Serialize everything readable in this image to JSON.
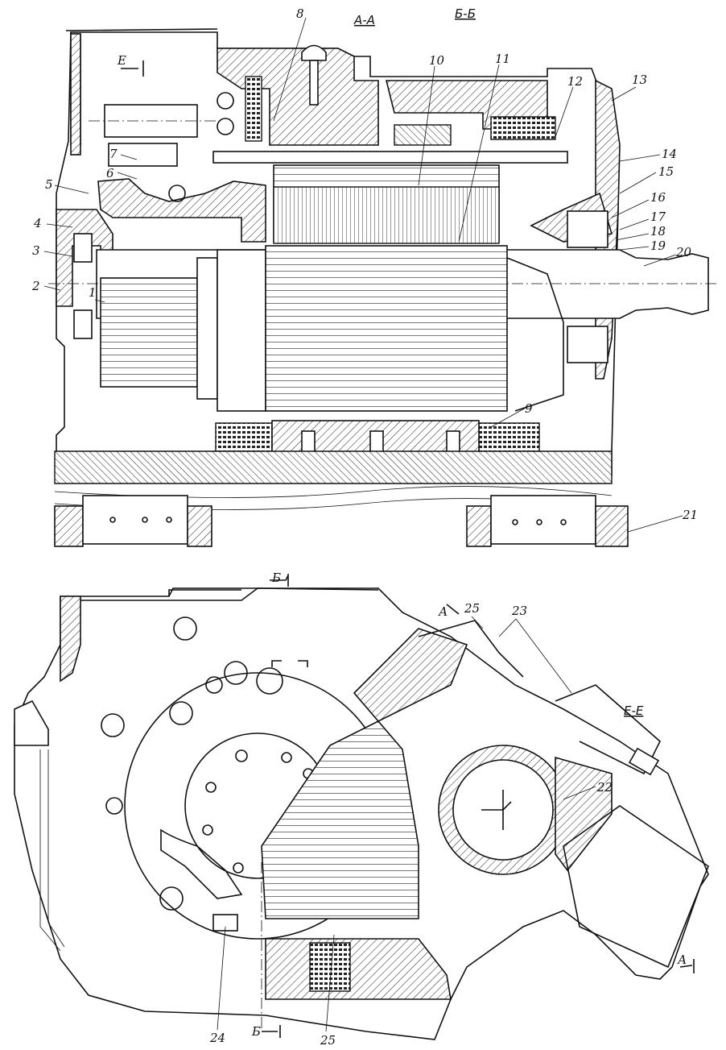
{
  "top_view": {
    "section_labels": {
      "aa": "А-А",
      "bb": "Б-Б",
      "e_marker": "Е"
    },
    "callouts": [
      "1",
      "2",
      "3",
      "4",
      "5",
      "6",
      "7",
      "8",
      "9",
      "10",
      "11",
      "12",
      "13",
      "14",
      "15",
      "16",
      "17",
      "18",
      "19",
      "20",
      "21"
    ]
  },
  "bottom_view": {
    "section_labels": {
      "b_top": "Б",
      "b_bottom": "Б",
      "a_top": "А",
      "a_bottom": "А",
      "ee": "Е-Е"
    },
    "callouts": {
      "c22": "22",
      "c23": "23",
      "c24": "24",
      "c25_top": "25",
      "c25_bottom": "25"
    }
  }
}
